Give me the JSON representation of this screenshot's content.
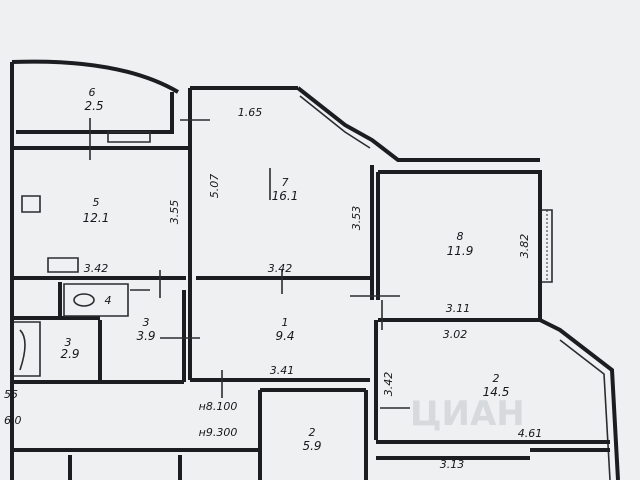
{
  "rooms": [
    {
      "id": "6",
      "num": "6",
      "area": "2.5"
    },
    {
      "id": "5",
      "num": "5",
      "area": "12.1"
    },
    {
      "id": "7",
      "num": "7",
      "area": "16.1"
    },
    {
      "id": "8",
      "num": "8",
      "area": "11.9"
    },
    {
      "id": "4",
      "num": "4",
      "area": ""
    },
    {
      "id": "3",
      "num": "3",
      "area": "3.9"
    },
    {
      "id": "3b",
      "num": "3",
      "area": "2.9"
    },
    {
      "id": "1",
      "num": "1",
      "area": "9.4"
    },
    {
      "id": "2",
      "num": "2",
      "area": "14.5"
    },
    {
      "id": "2b",
      "num": "2",
      "area": "5.9"
    }
  ],
  "dimensions": [
    "1.65",
    "5.07",
    "3.55",
    "3.53",
    "3.42",
    "3.42",
    "3.82",
    "3.11",
    "3.02",
    "3.41",
    "3.42",
    "4.61",
    "3.13"
  ],
  "notes": [
    "н8.100",
    "н9.300",
    "55",
    "6.0"
  ],
  "watermark": "ЦИАН"
}
